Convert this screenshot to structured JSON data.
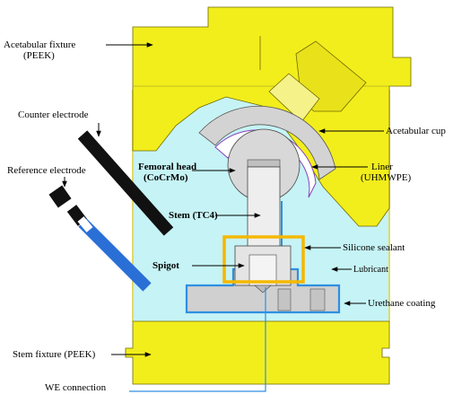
{
  "labels": {
    "acetabular_fixture": "Acetabular fixture",
    "acetabular_fixture_material": "(PEEK)",
    "counter_electrode": "Counter electrode",
    "reference_electrode": "Reference electrode",
    "acetabular_cup": "Acetabular cup",
    "femoral_head": "Femoral head",
    "femoral_head_material": "(CoCrMo)",
    "liner": "Liner",
    "liner_material": "(UHMWPE)",
    "stem": "Stem (TC4)",
    "silicone_sealant": "Silicone sealant",
    "spigot": "Spigot",
    "lubricant": "Lubricant",
    "urethane_coating": "Urethane coating",
    "stem_fixture": "Stem fixture (PEEK)",
    "we_connection": "WE connection"
  },
  "colors": {
    "peek_yellow": "#f2ee1c",
    "lubricant": "#c6f3f5",
    "metal_gray": "#d0d0d0",
    "sealant_orange": "#f5b800",
    "urethane_blue": "#2f8fe0",
    "electrode_black": "#111111",
    "reference_blue": "#2a6fd6"
  }
}
